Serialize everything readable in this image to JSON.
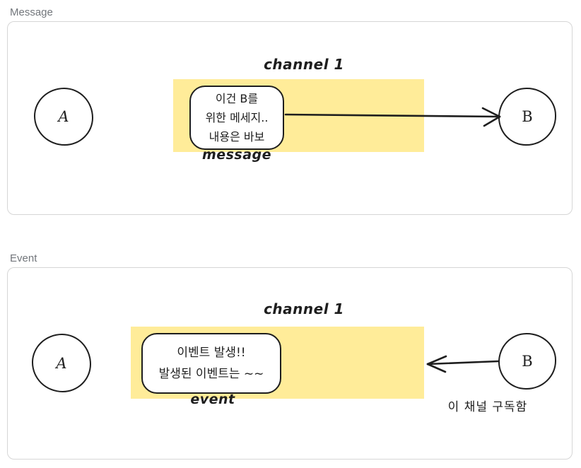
{
  "colors": {
    "highlight_band": "#ffec99",
    "sketch_stroke": "#1e1e1e",
    "panel_border": "#d6d6d6",
    "panel_label": "#72767b"
  },
  "panels": [
    {
      "title": "Message",
      "channel_label": "channel 1",
      "node_a_label": "A",
      "node_b_label": "B",
      "bubble_lines": [
        "이건 B를",
        "위한 메세지..",
        "내용은 바보"
      ],
      "bubble_caption": "message",
      "arrow_direction": "from-message-to-B"
    },
    {
      "title": "Event",
      "channel_label": "channel 1",
      "node_a_label": "A",
      "node_b_label": "B",
      "bubble_lines": [
        "이벤트 발생!!",
        "발생된 이벤트는 ~~"
      ],
      "bubble_caption": "event",
      "arrow_direction": "from-B-to-channel",
      "subscriber_note": "이 채널 구독함"
    }
  ]
}
